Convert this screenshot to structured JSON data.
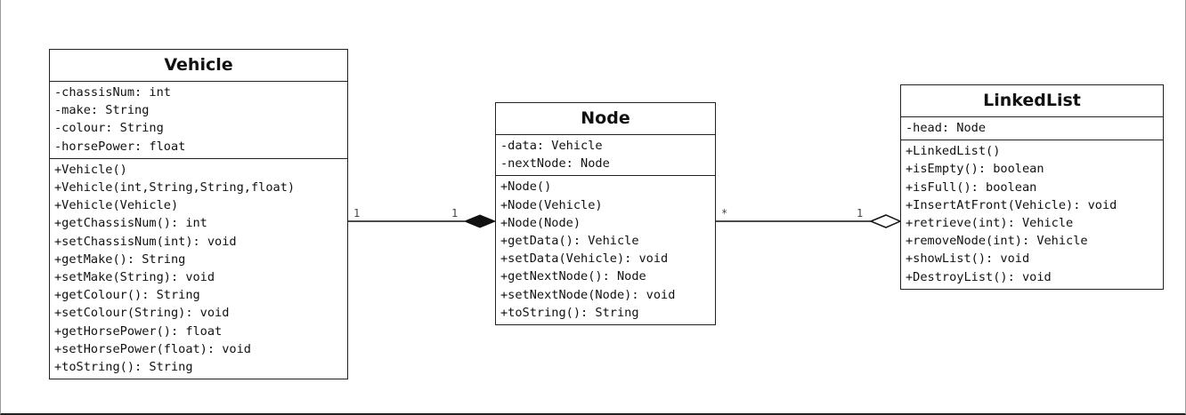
{
  "classes": {
    "vehicle": {
      "name": "Vehicle",
      "attributes": [
        "-chassisNum: int",
        "-make: String",
        "-colour: String",
        "-horsePower: float"
      ],
      "operations": [
        "+Vehicle()",
        "+Vehicle(int,String,String,float)",
        "+Vehicle(Vehicle)",
        "+getChassisNum(): int",
        "+setChassisNum(int): void",
        "+getMake(): String",
        "+setMake(String): void",
        "+getColour(): String",
        "+setColour(String): void",
        "+getHorsePower(): float",
        "+setHorsePower(float): void",
        "+toString(): String"
      ]
    },
    "node": {
      "name": "Node",
      "attributes": [
        "-data: Vehicle",
        "-nextNode: Node"
      ],
      "operations": [
        "+Node()",
        "+Node(Vehicle)",
        "+Node(Node)",
        "+getData(): Vehicle",
        "+setData(Vehicle): void",
        "+getNextNode(): Node",
        "+setNextNode(Node): void",
        "+toString(): String"
      ]
    },
    "linkedlist": {
      "name": "LinkedList",
      "attributes": [
        "-head: Node"
      ],
      "operations": [
        "+LinkedList()",
        "+isEmpty(): boolean",
        "+isFull(): boolean",
        "+InsertAtFront(Vehicle): void",
        "+retrieve(int): Vehicle",
        "+removeNode(int): Vehicle",
        "+showList(): void",
        "+DestroyList(): void"
      ]
    }
  },
  "associations": {
    "vehicle_node": {
      "kind": "composition",
      "from_multiplicity": "1",
      "to_multiplicity": "1"
    },
    "node_linkedlist": {
      "kind": "aggregation",
      "from_multiplicity": "*",
      "to_multiplicity": "1"
    }
  },
  "colors": {
    "line": "#111111",
    "box_border": "#222222",
    "text": "#111111",
    "multiplicity": "#444444"
  }
}
